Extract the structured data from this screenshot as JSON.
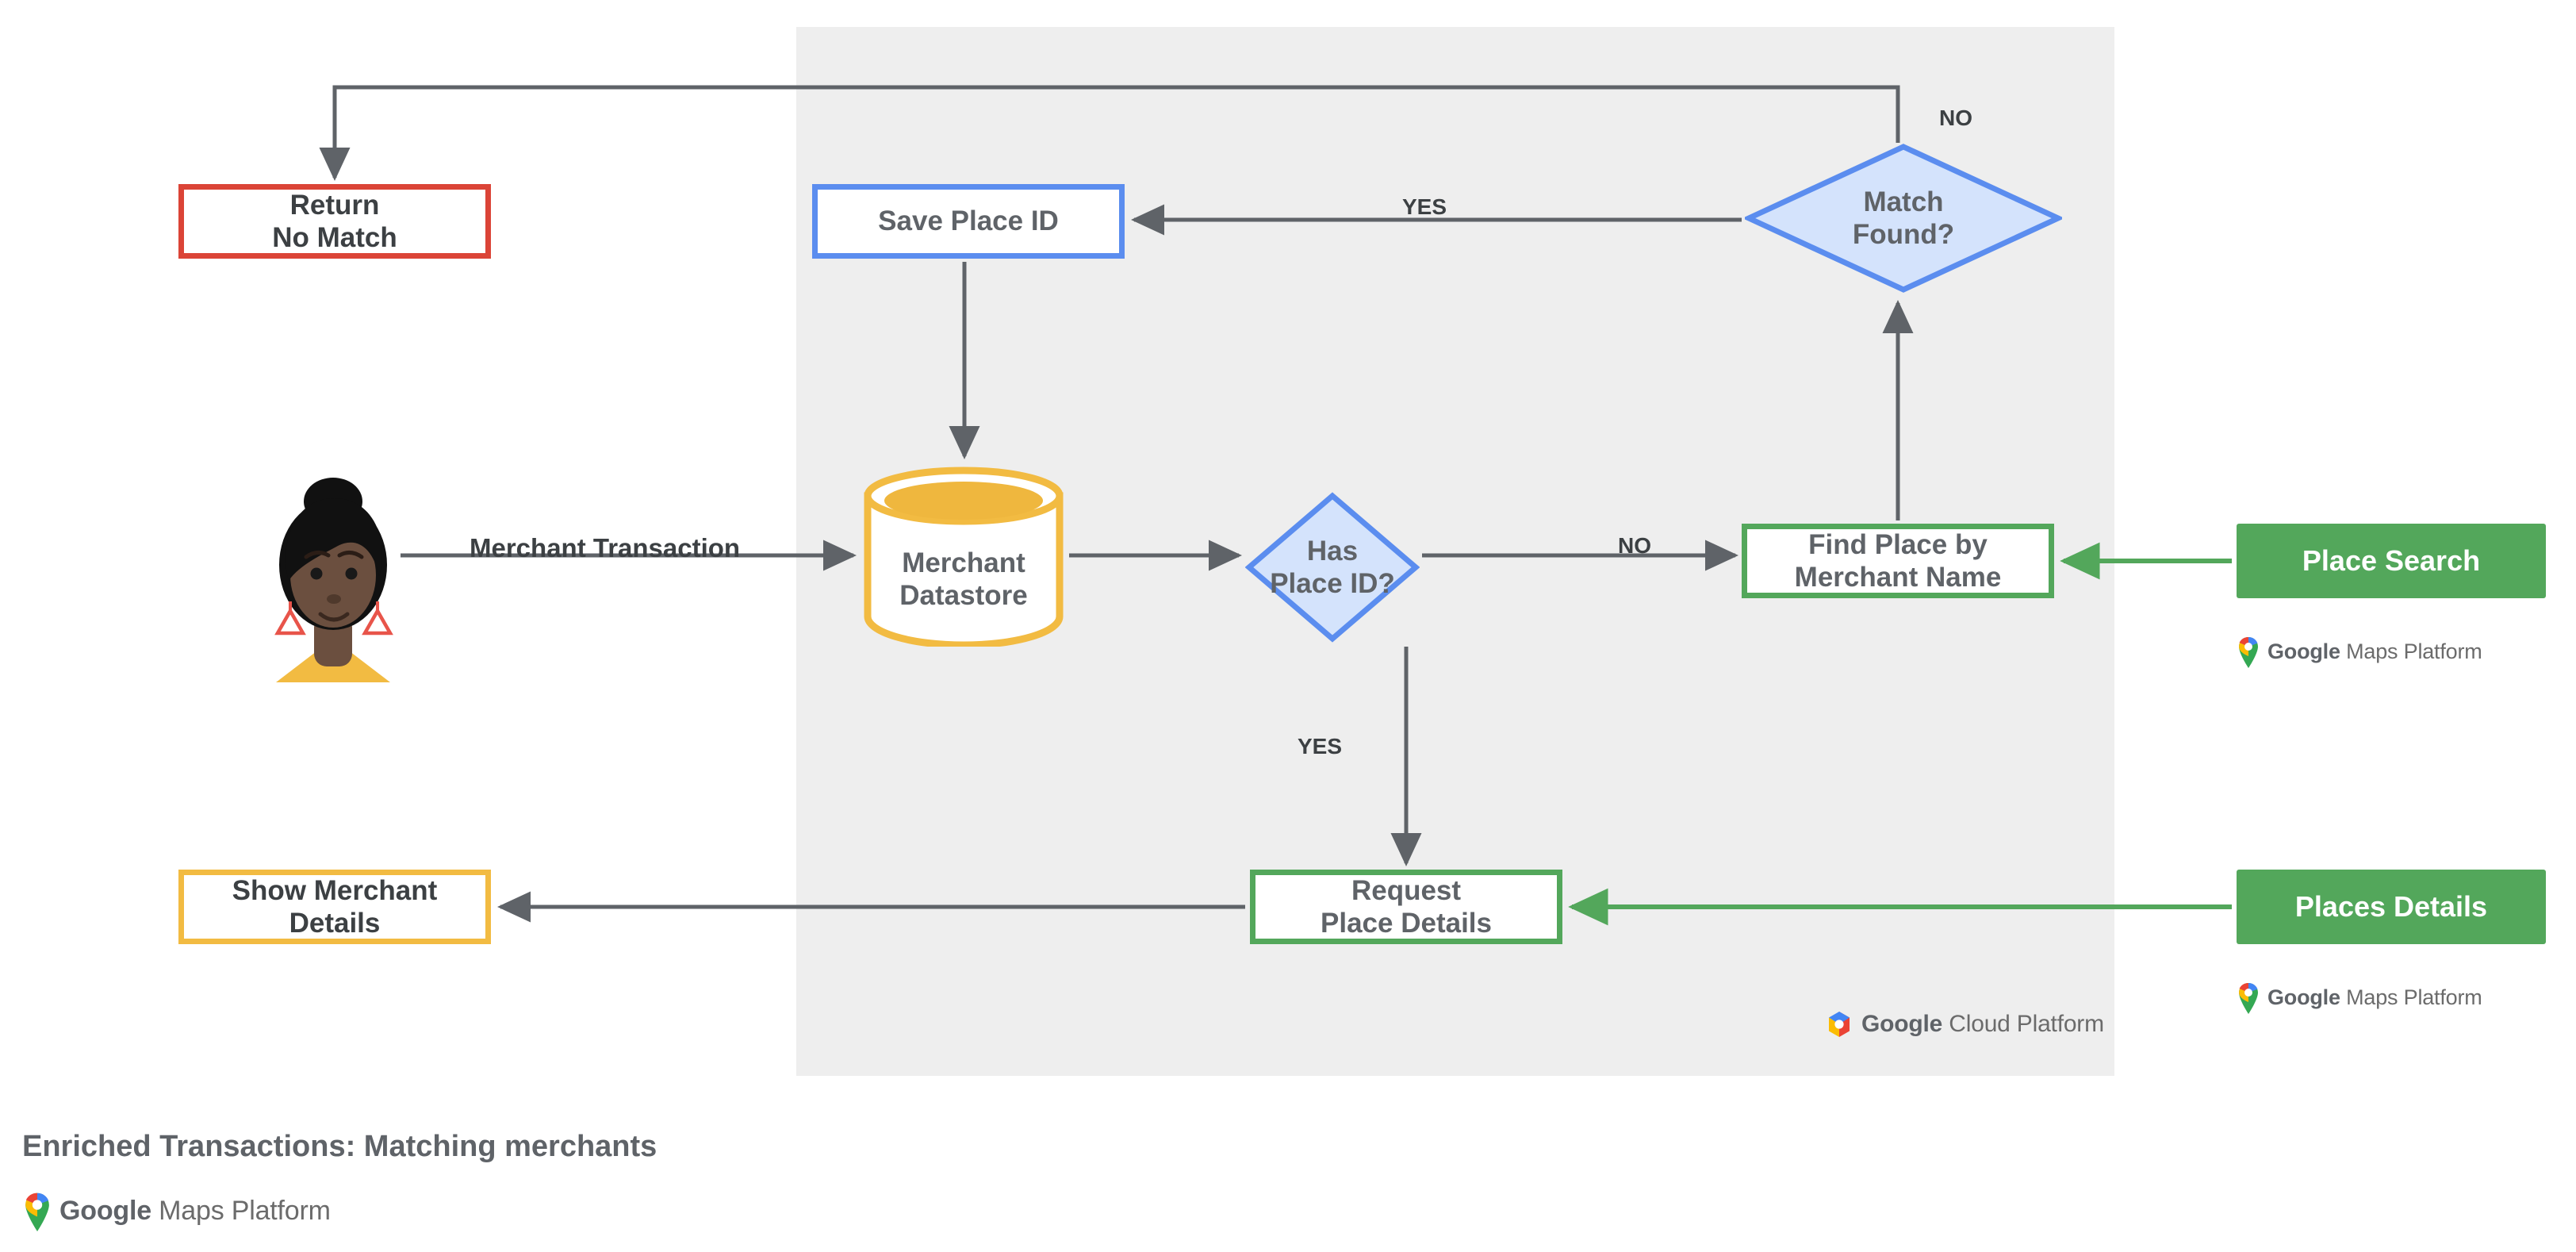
{
  "diagram": {
    "title": "Enriched Transactions: Matching merchants",
    "platform_panel": {
      "brand": "Google Cloud Platform",
      "brand_bold": "Google",
      "brand_rest": " Cloud Platform",
      "background_color": "#eeeeee"
    },
    "actor": {
      "name": "merchant-customer-avatar",
      "skin_color": "#6b4f3f",
      "hair_color": "#111111",
      "shirt_color": "#f2bb42",
      "earring_color": "#e8544a"
    },
    "nodes": [
      {
        "id": "return-no-match",
        "label": "Return\nNo Match",
        "shape": "rect",
        "border_color": "#db4437",
        "fill": "#ffffff",
        "text_color": "#3c4043"
      },
      {
        "id": "show-merchant-details",
        "label": "Show Merchant\nDetails",
        "shape": "rect",
        "border_color": "#f2bb42",
        "fill": "#ffffff",
        "text_color": "#3c4043"
      },
      {
        "id": "save-place-id",
        "label": "Save Place ID",
        "shape": "rect",
        "border_color": "#5b8def",
        "fill": "#ffffff",
        "text_color": "#5f6368"
      },
      {
        "id": "merchant-datastore",
        "label": "Merchant\nDatastore",
        "shape": "cylinder",
        "border_color": "#f2bb42",
        "fill": "#ffffff",
        "text_color": "#5f6368"
      },
      {
        "id": "has-place-id",
        "label": "Has\nPlace ID?",
        "shape": "diamond",
        "border_color": "#5b8def",
        "fill": "#d4e3fc",
        "text_color": "#5f6368"
      },
      {
        "id": "find-place-by-merchant-name",
        "label": "Find Place by\nMerchant Name",
        "shape": "rect",
        "border_color": "#53a75b",
        "fill": "#ffffff",
        "text_color": "#5f6368"
      },
      {
        "id": "match-found",
        "label": "Match\nFound?",
        "shape": "diamond",
        "border_color": "#5b8def",
        "fill": "#d4e3fc",
        "text_color": "#5f6368"
      },
      {
        "id": "request-place-details",
        "label": "Request\nPlace Details",
        "shape": "rect",
        "border_color": "#53a75b",
        "fill": "#ffffff",
        "text_color": "#5f6368"
      },
      {
        "id": "place-search",
        "label": "Place Search",
        "shape": "product",
        "fill": "#53a75b",
        "text_color": "#ffffff",
        "brand": "Google Maps Platform"
      },
      {
        "id": "places-details",
        "label": "Places Details",
        "shape": "product",
        "fill": "#53a75b",
        "text_color": "#ffffff",
        "brand": "Google Maps Platform"
      }
    ],
    "edge_labels": {
      "merchant_transaction": "Merchant Transaction",
      "has_place_id_no": "NO",
      "has_place_id_yes": "YES",
      "match_found_yes": "YES",
      "match_found_no": "NO"
    },
    "brand_lockups": {
      "maps_platform_bold": "Google",
      "maps_platform_rest": " Maps Platform",
      "cloud_platform_bold": "Google",
      "cloud_platform_rest": " Cloud Platform"
    },
    "colors": {
      "arrow": "#5f6368",
      "green_arrow": "#53a75b",
      "panel": "#eeeeee",
      "red": "#db4437",
      "yellow": "#f2bb42",
      "blue": "#5b8def",
      "blue_fill": "#d4e3fc",
      "green": "#53a75b"
    }
  }
}
